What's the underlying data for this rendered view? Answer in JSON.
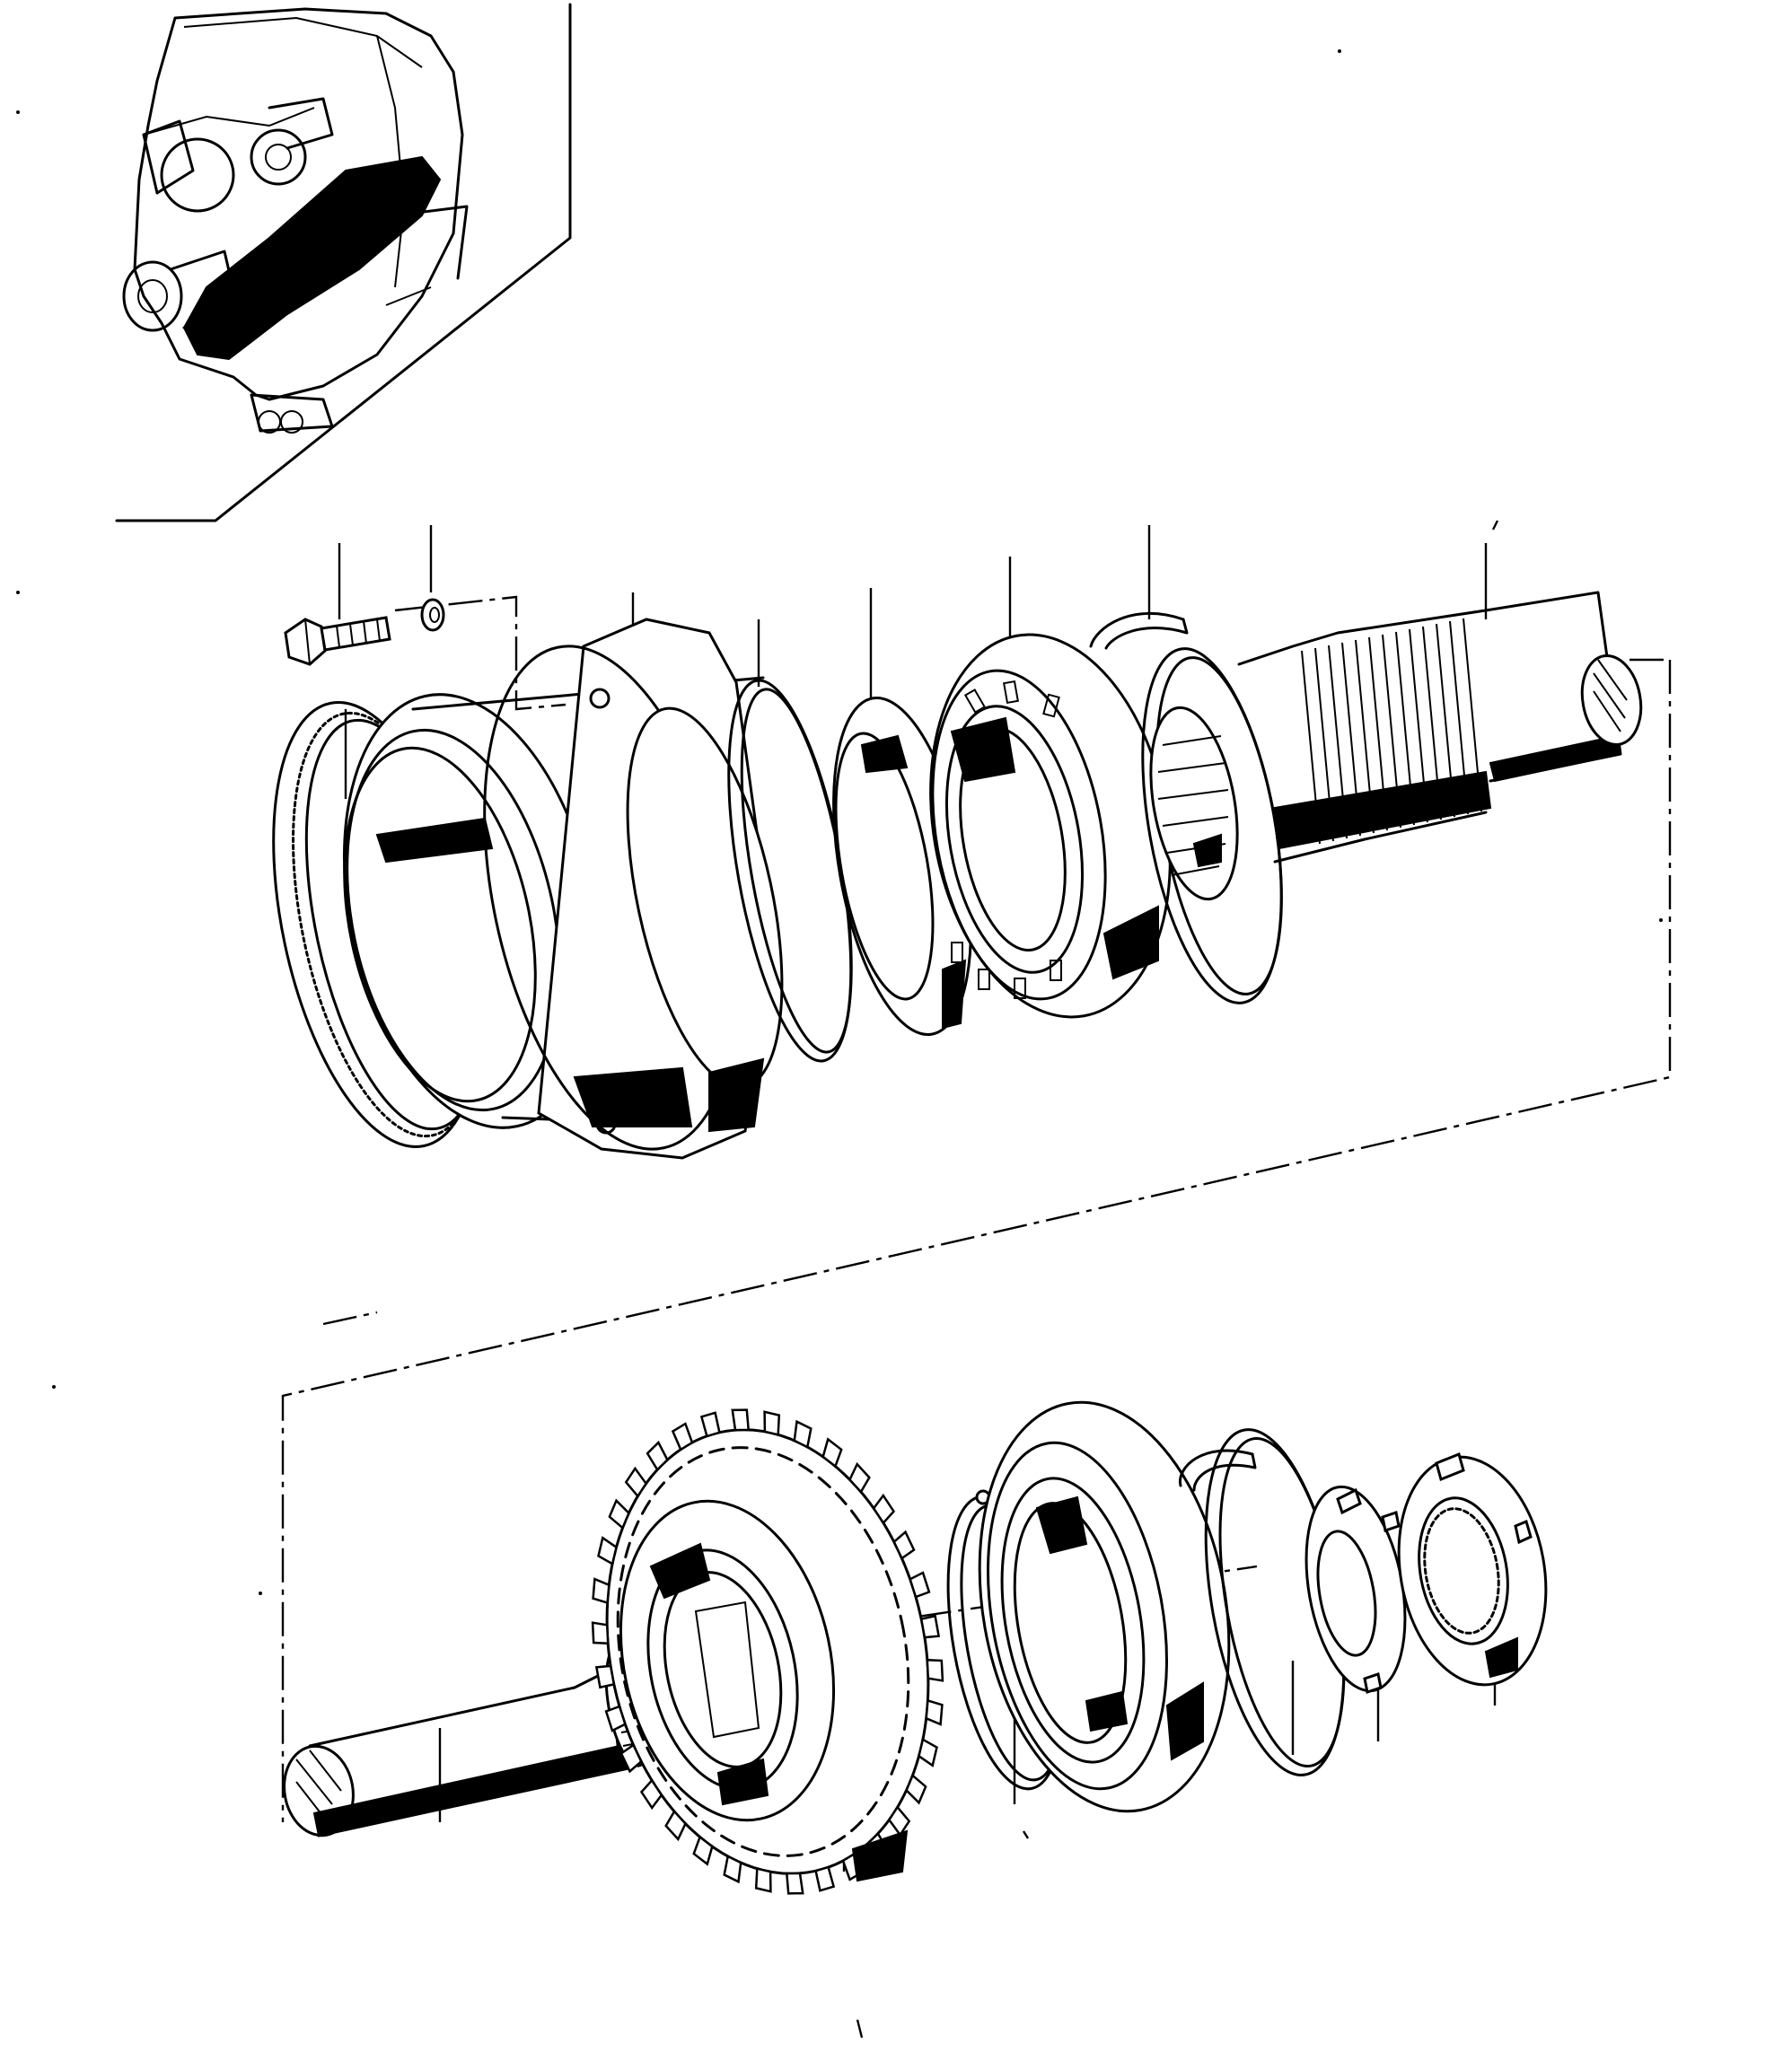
{
  "figure": {
    "kind": "exploded-parts-diagram",
    "text_labels": [],
    "background": "#ffffff",
    "ink": "#000000"
  },
  "components": [
    {
      "id": "locator",
      "name": "transmission-locator-view"
    },
    {
      "id": "bolt",
      "name": "hex-bolt"
    },
    {
      "id": "washer",
      "name": "lock-washer"
    },
    {
      "id": "seal-ring",
      "name": "seal-ring"
    },
    {
      "id": "housing",
      "name": "bearing-housing"
    },
    {
      "id": "oring",
      "name": "o-ring"
    },
    {
      "id": "spacer",
      "name": "spacer-ring"
    },
    {
      "id": "bearing-upper",
      "name": "roller-bearing"
    },
    {
      "id": "snap-ring-upper",
      "name": "snap-ring"
    },
    {
      "id": "spline-shaft",
      "name": "splined-shaft"
    },
    {
      "id": "lower-shaft",
      "name": "shaft-end"
    },
    {
      "id": "gear",
      "name": "helical-gear"
    },
    {
      "id": "circlip",
      "name": "circlip"
    },
    {
      "id": "bearing-lower",
      "name": "ball-bearing"
    },
    {
      "id": "retaining-ring",
      "name": "retaining-ring"
    },
    {
      "id": "tab-washer",
      "name": "tab-washer"
    },
    {
      "id": "lock-nut",
      "name": "lock-nut"
    }
  ]
}
